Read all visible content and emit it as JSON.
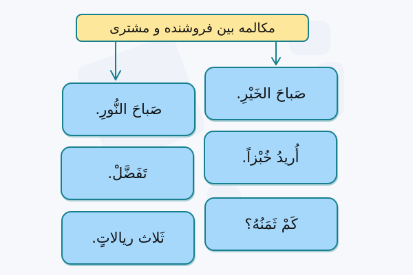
{
  "diagram": {
    "title": "مکالمه بین فروشنده و مشتری",
    "colors": {
      "background": "#f6f8fb",
      "title_fill": "#fde79a",
      "node_fill": "#a6d8fb",
      "stroke": "#17808f"
    },
    "right_column": [
      {
        "id": "r1",
        "text": "صَباحَ الخَيْرِ."
      },
      {
        "id": "r2",
        "text": "أُريدُ خُبْزاً."
      },
      {
        "id": "r3",
        "text": "كَمْ ثَمَنُهُ؟"
      }
    ],
    "left_column": [
      {
        "id": "l1",
        "text": "صَباحَ النُّورِ."
      },
      {
        "id": "l2",
        "text": "تَفَضَّلْ."
      },
      {
        "id": "l3",
        "text": "ثَلاث ريالاتٍ."
      }
    ],
    "edges": [
      {
        "from": "title",
        "to": "r1"
      },
      {
        "from": "title",
        "to": "l1"
      }
    ]
  }
}
